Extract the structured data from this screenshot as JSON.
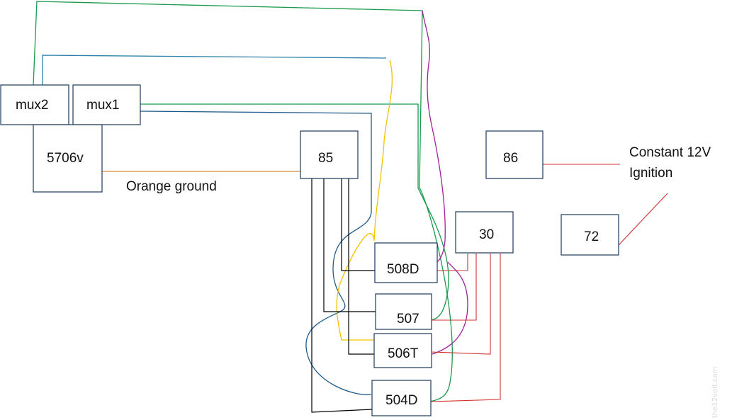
{
  "boxes": {
    "mux2": "mux2",
    "mux1": "mux1",
    "b5706v": "5706v",
    "b85": "85",
    "b86": "86",
    "b30": "30",
    "b72": "72",
    "b508D": "508D",
    "b507": "507",
    "b506T": "506T",
    "b504D": "504D"
  },
  "labels": {
    "orange_ground": "Orange ground",
    "constant_12v": "Constant 12V",
    "ignition": "Ignition"
  },
  "watermark": "the12volt.com",
  "wire_colors": {
    "green": "#1a9a4a",
    "blue": "#1f5a8a",
    "teal": "#2a7fa8",
    "magenta": "#a0209a",
    "yellow": "#f2c200",
    "orange": "#d98a3a",
    "black": "#000000",
    "red": "#d03030",
    "box_border": "#1f3a5a"
  }
}
